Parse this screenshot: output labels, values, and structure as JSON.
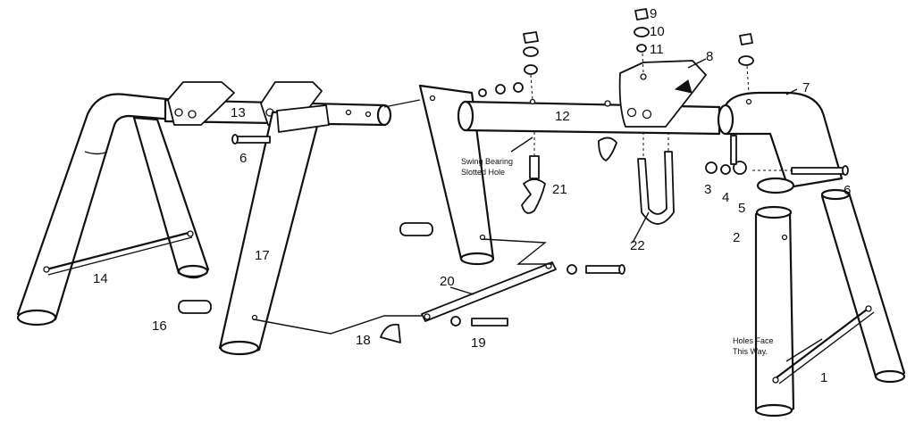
{
  "labels": {
    "l1": "1",
    "l2": "2",
    "l3": "3",
    "l4": "4",
    "l5": "5",
    "l6a": "6",
    "l6b": "6",
    "l7": "7",
    "l8": "8",
    "l9": "9",
    "l10": "10",
    "l11": "11",
    "l12": "12",
    "l13": "13",
    "l14": "14",
    "l16": "16",
    "l17": "17",
    "l18": "18",
    "l19": "19",
    "l20": "20",
    "l21": "21",
    "l22": "22"
  },
  "notes": {
    "swing_bearing_line1": "Swing Bearing",
    "swing_bearing_line2": "Slotted Hole",
    "holes_face_line1": "Holes Face",
    "holes_face_line2": "This Way."
  }
}
